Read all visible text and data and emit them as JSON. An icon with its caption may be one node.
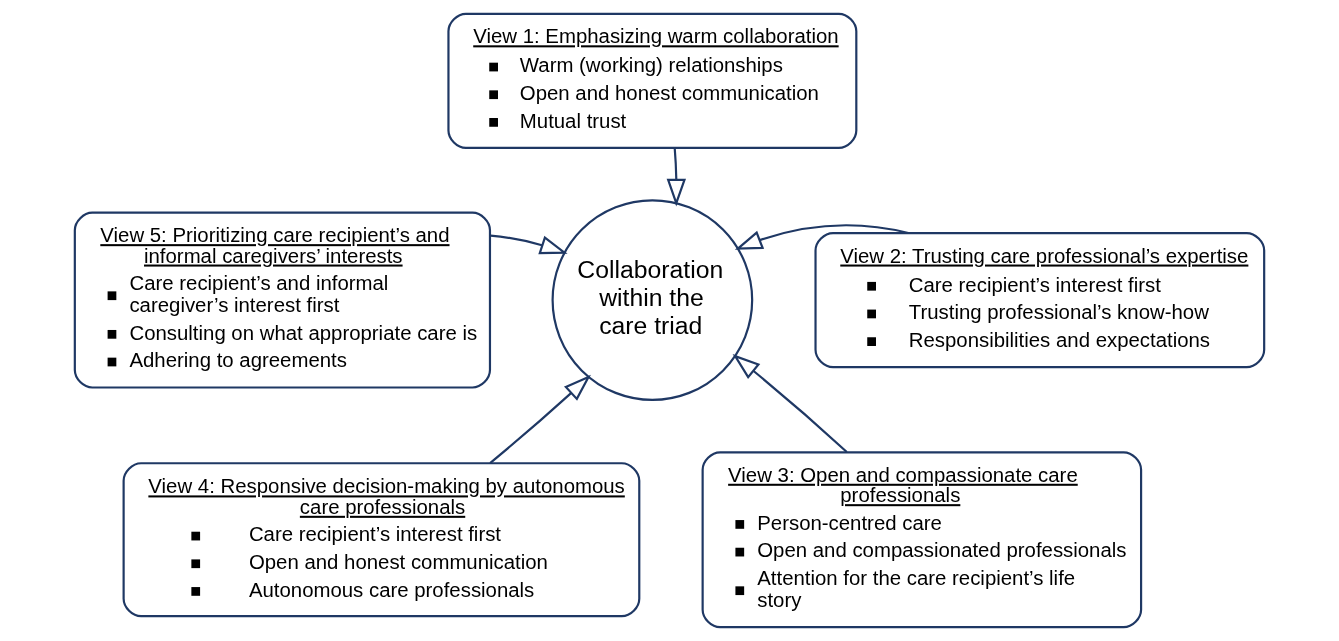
{
  "diagram": {
    "nodes": [
      {
        "text": [
          "View 1: Emphasizing warm collaboration",
          "Warm (working) relationships",
          "Open and honest communication",
          "Mutual trust"
        ]
      },
      {
        "text": [
          "View 5: Prioritizing care recipient’s and informal caregivers’ interests",
          "Care recipient’s and informal caregiver’s interest first",
          "Consulting on what appropriate care is",
          "Adhering to agreements"
        ]
      },
      {
        "text": [
          "Collaboration within the care triad"
        ]
      },
      {
        "text": [
          "View 2: Trusting care professional’s expertise",
          "Care recipient’s interest first",
          "Trusting professional’s know-how",
          "Responsibilities and expectations"
        ]
      },
      {
        "text": [
          "View 4: Responsive decision-making by autonomous care professionals",
          "Care recipient’s interest first",
          "Open and honest communication",
          "Autonomous care professionals"
        ]
      },
      {
        "text": [
          "View 3: Open and compassionate care professionals",
          "Person-centred care",
          "Open and compassionated professionals",
          "Attention for the care recipient’s life story"
        ]
      }
    ],
    "edges": [
      {
        "from": 0,
        "to": 2,
        "arrow": "to"
      },
      {
        "from": 1,
        "to": 2,
        "arrow": "to"
      },
      {
        "from": 3,
        "to": 2,
        "arrow": "to"
      },
      {
        "from": 4,
        "to": 2,
        "arrow": "to"
      },
      {
        "from": 5,
        "to": 2,
        "arrow": "to"
      }
    ]
  }
}
